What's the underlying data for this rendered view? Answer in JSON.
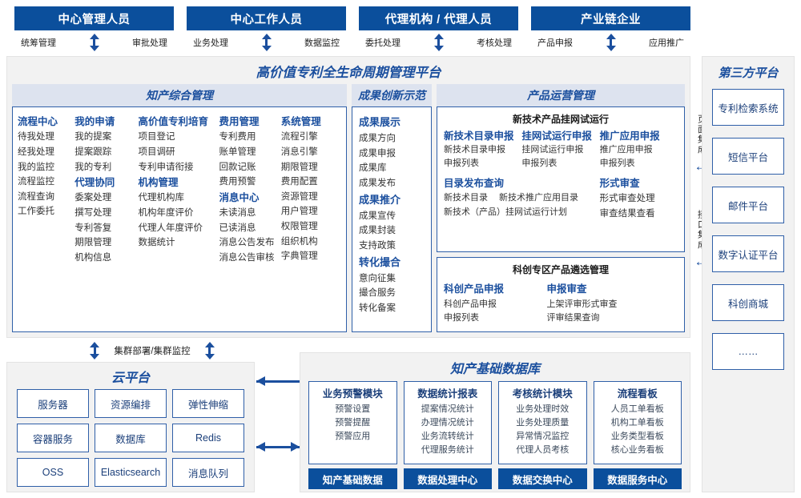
{
  "roles": [
    {
      "title": "中心管理人员",
      "left": "统筹管理",
      "right": "审批处理"
    },
    {
      "title": "中心工作人员",
      "left": "业务处理",
      "right": "数据监控"
    },
    {
      "title": "代理机构 / 代理人员",
      "left": "委托处理",
      "right": "考核处理"
    },
    {
      "title": "产业链企业",
      "left": "产品申报",
      "right": "应用推广"
    }
  ],
  "platform": {
    "title": "高价值专利全生命周期管理平台",
    "sections": {
      "comprehensive": {
        "header": "知产综合管理",
        "columns": [
          {
            "blocks": [
              {
                "group": "流程中心",
                "items": [
                  "待我处理",
                  "经我处理",
                  "我的监控",
                  "流程监控",
                  "流程查询",
                  "工作委托"
                ]
              }
            ]
          },
          {
            "blocks": [
              {
                "group": "我的申请",
                "items": [
                  "我的提案",
                  "提案跟踪",
                  "我的专利"
                ]
              },
              {
                "group": "代理协同",
                "items": [
                  "委案处理",
                  "撰写处理",
                  "专利答复",
                  "期限管理",
                  "机构信息"
                ]
              }
            ]
          },
          {
            "blocks": [
              {
                "group": "高价值专利培育",
                "items": [
                  "项目登记",
                  "项目调研",
                  "专利申请衔接"
                ]
              },
              {
                "group": "机构管理",
                "items": [
                  "代理机构库",
                  "机构年度评价",
                  "代理人年度评价",
                  "数据统计"
                ]
              }
            ]
          },
          {
            "blocks": [
              {
                "group": "费用管理",
                "items": [
                  "专利费用",
                  "账单管理",
                  "回款记账",
                  "费用预警"
                ]
              },
              {
                "group": "消息中心",
                "items": [
                  "未读消息",
                  "已读消息",
                  "消息公告发布",
                  "消息公告审核"
                ]
              }
            ]
          },
          {
            "blocks": [
              {
                "group": "系统管理",
                "items": [
                  "流程引擎",
                  "消息引擎",
                  "期限管理",
                  "费用配置",
                  "资源管理",
                  "用户管理",
                  "权限管理",
                  "组织机构",
                  "字典管理"
                ]
              }
            ]
          }
        ]
      },
      "innovation": {
        "header": "成果创新示范",
        "blocks": [
          {
            "group": "成果展示",
            "items": [
              "成果方向",
              "成果申报",
              "成果库",
              "成果发布"
            ]
          },
          {
            "group": "成果推介",
            "items": [
              "成果宣传",
              "成果封装",
              "支持政策"
            ]
          },
          {
            "group": "转化撮合",
            "items": [
              "意向征集",
              "撮合服务",
              "转化备案"
            ]
          }
        ]
      },
      "operations": {
        "header": "产品运营管理",
        "card1": {
          "title": "新技术产品挂网试运行",
          "columns": [
            {
              "group": "新技术目录申报",
              "items": [
                "新技术目录申报",
                "申报列表"
              ]
            },
            {
              "group": "挂网试运行申报",
              "items": [
                "挂网试运行申报",
                "申报列表"
              ]
            },
            {
              "group": "推广应用申报",
              "items": [
                "推广应用申报",
                "申报列表"
              ]
            }
          ],
          "span_left": {
            "group": "目录发布查询",
            "row1": [
              "新技术目录",
              "新技术推广应用目录"
            ],
            "row2": [
              "新技术（产品）挂网试运行计划"
            ]
          },
          "span_right": {
            "group": "形式审查",
            "items": [
              "形式审查处理",
              "审查结果查看"
            ]
          }
        },
        "card2": {
          "title": "科创专区产品遴选管理",
          "columns": [
            {
              "group": "科创产品申报",
              "items": [
                "科创产品申报",
                "申报列表"
              ]
            },
            {
              "group": "申报审查",
              "items": [
                "上架评审形式审查",
                "评审结果查询"
              ]
            }
          ]
        }
      }
    }
  },
  "integration": {
    "page_label": "页面集成",
    "api_label": "接口集成",
    "arrow": "↔"
  },
  "third_party": {
    "title": "第三方平台",
    "items": [
      "专利检索系统",
      "短信平台",
      "邮件平台",
      "数字认证平台",
      "科创商城",
      "……"
    ]
  },
  "cluster": {
    "label": "集群部署/集群监控"
  },
  "cloud": {
    "title": "云平台",
    "cells": [
      "服务器",
      "资源编排",
      "弹性伸缩",
      "容器服务",
      "数据库",
      "Redis",
      "OSS",
      "Elasticsearch",
      "消息队列"
    ]
  },
  "database": {
    "title": "知产基础数据库",
    "columns": [
      {
        "head": "业务预警模块",
        "items": [
          "预警设置",
          "预警提醒",
          "预警应用"
        ],
        "footer": "知产基础数据"
      },
      {
        "head": "数据统计报表",
        "items": [
          "提案情况统计",
          "办理情况统计",
          "业务流转统计",
          "代理服务统计"
        ],
        "footer": "数据处理中心"
      },
      {
        "head": "考核统计模块",
        "items": [
          "业务处理时效",
          "业务处理质量",
          "异常情况监控",
          "代理人员考核"
        ],
        "footer": "数据交换中心"
      },
      {
        "head": "流程看板",
        "items": [
          "人员工单看板",
          "机构工单看板",
          "业务类型看板",
          "核心业务看板"
        ],
        "footer": "数据服务中心"
      }
    ]
  },
  "colors": {
    "brand_dark": "#0b4f9c",
    "brand_border": "#2f5fa8",
    "header_band": "#dde3ef",
    "panel_bg": "#f2f2f2",
    "arrow": "#1b4f9e"
  }
}
